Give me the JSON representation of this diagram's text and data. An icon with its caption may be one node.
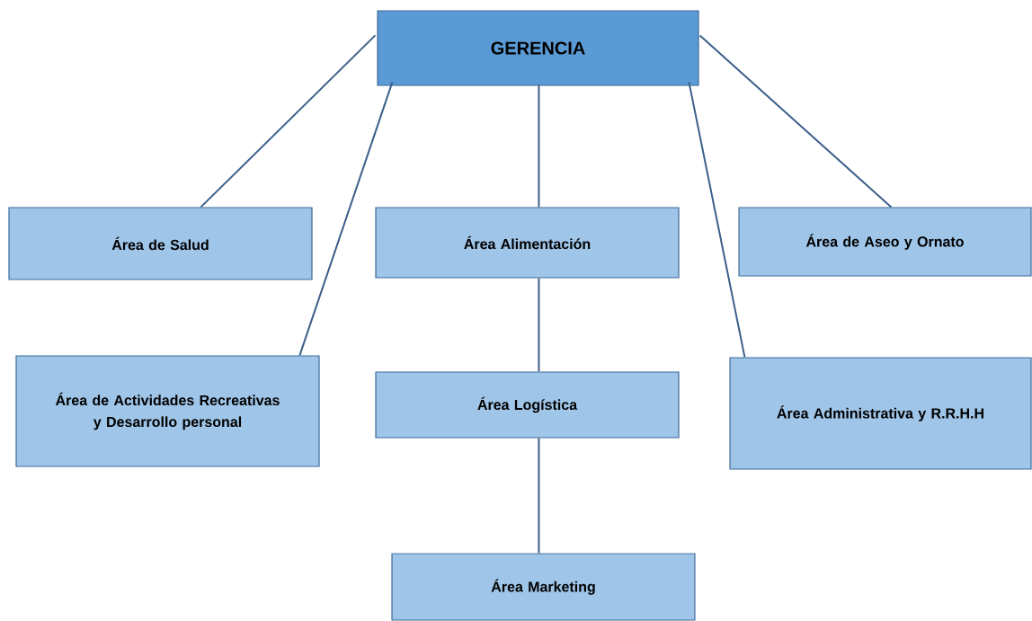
{
  "diagram": {
    "nodes": [
      {
        "text": [
          "GERENCIA"
        ]
      },
      {
        "text": [
          "Área de Salud"
        ]
      },
      {
        "text": [
          "Área Alimentación"
        ]
      },
      {
        "text": [
          "Área de Aseo y Ornato"
        ]
      },
      {
        "text": [
          "Área de Actividades Recreativas y Desarrollo personal"
        ]
      },
      {
        "text": [
          "Área Logística"
        ]
      },
      {
        "text": [
          "Área Administrativa y R.R.H.H"
        ]
      },
      {
        "text": [
          "Área Marketing"
        ]
      }
    ],
    "edges": [
      {
        "from": 0,
        "to": 1,
        "arrow": "none"
      },
      {
        "from": 0,
        "to": 4,
        "arrow": "none"
      },
      {
        "from": 0,
        "to": 2,
        "arrow": "none"
      },
      {
        "from": 0,
        "to": 6,
        "arrow": "none"
      },
      {
        "from": 0,
        "to": 3,
        "arrow": "none"
      },
      {
        "from": 2,
        "to": 5,
        "arrow": "none"
      },
      {
        "from": 5,
        "to": 7,
        "arrow": "none"
      }
    ]
  }
}
